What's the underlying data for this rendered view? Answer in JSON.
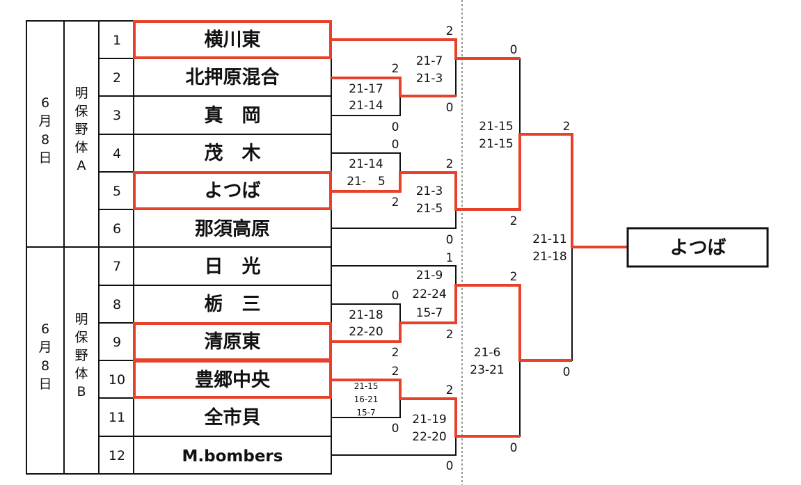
{
  "groups": [
    {
      "date": [
        "6",
        "月",
        "8",
        "日"
      ],
      "venue": [
        "明",
        "保",
        "野",
        "体",
        "A"
      ]
    },
    {
      "date": [
        "6",
        "月",
        "8",
        "日"
      ],
      "venue": [
        "明",
        "保",
        "野",
        "体",
        "B"
      ]
    }
  ],
  "teams": [
    {
      "seed": "1",
      "name": "横川東"
    },
    {
      "seed": "2",
      "name": "北押原混合"
    },
    {
      "seed": "3",
      "name": "真　岡"
    },
    {
      "seed": "4",
      "name": "茂　木"
    },
    {
      "seed": "5",
      "name": "よつば"
    },
    {
      "seed": "6",
      "name": "那須高原"
    },
    {
      "seed": "7",
      "name": "日　光"
    },
    {
      "seed": "8",
      "name": "栃　三"
    },
    {
      "seed": "9",
      "name": "清原東"
    },
    {
      "seed": "10",
      "name": "豊郷中央"
    },
    {
      "seed": "11",
      "name": "全市貝"
    },
    {
      "seed": "12",
      "name": "M.bombers"
    }
  ],
  "matches": {
    "r1_2v3": {
      "top": "2",
      "bottom": "0",
      "scores": [
        "21-17",
        "21-14"
      ]
    },
    "r1_4v5": {
      "top": "0",
      "bottom": "2",
      "scores": [
        "21-14",
        "21-　5"
      ]
    },
    "r1_8v9": {
      "top": "0",
      "bottom": "2",
      "scores": [
        "21-18",
        "22-20"
      ]
    },
    "r1_10v11": {
      "top": "2",
      "bottom": "0",
      "scores": [
        "21-15",
        "16-21",
        "15-7"
      ]
    },
    "r2_1vW23": {
      "top": "2",
      "bottom": "0",
      "scores": [
        "21-7",
        "21-3"
      ]
    },
    "r2_W45v6": {
      "top": "2",
      "bottom": "0",
      "scores": [
        "21-3",
        "21-5"
      ]
    },
    "r2_7vW89": {
      "top": "1",
      "bottom": "2",
      "scores": [
        "21-9",
        "22-24",
        "15-7"
      ]
    },
    "r2_W1011v12": {
      "top": "2",
      "bottom": "0",
      "scores": [
        "21-19",
        "22-20"
      ]
    },
    "semi_top": {
      "top": "0",
      "bottom": "2",
      "scores": [
        "21-15",
        "21-15"
      ]
    },
    "semi_bottom": {
      "top": "2",
      "bottom": "0",
      "scores": [
        "21-6",
        "23-21"
      ]
    },
    "final": {
      "top": "2",
      "bottom": "0",
      "scores": [
        "21-11",
        "21-18"
      ]
    }
  },
  "champion": "よつば",
  "colors": {
    "winner_path": "#e8412b",
    "line": "#111111"
  }
}
